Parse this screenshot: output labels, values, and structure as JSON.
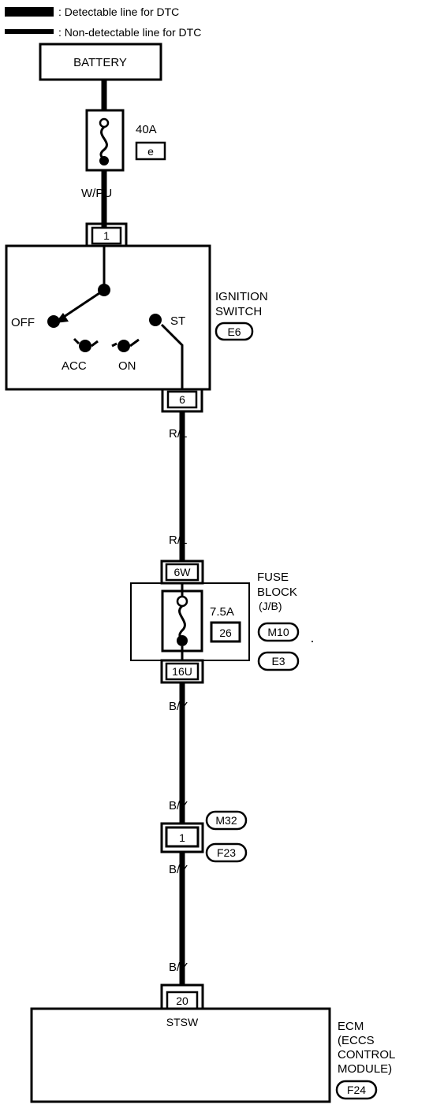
{
  "legend": {
    "detectable": ": Detectable line for DTC",
    "non_detectable": ": Non-detectable line for DTC"
  },
  "battery": {
    "label": "BATTERY"
  },
  "fuse_main": {
    "rating": "40A",
    "ref": "e"
  },
  "wires": {
    "w_pu": "W/PU",
    "r_l_top": "R/L",
    "r_l_bottom": "R/L",
    "b_y_1": "B/Y",
    "b_y_2": "B/Y",
    "b_y_3": "B/Y",
    "b_y_4": "B/Y"
  },
  "ignition_switch": {
    "label_line1": "IGNITION",
    "label_line2": "SWITCH",
    "connector": "E6",
    "terminal_in": "1",
    "terminal_out": "6",
    "positions": {
      "off": "OFF",
      "acc": "ACC",
      "on": "ON",
      "st": "ST"
    }
  },
  "fuse_block": {
    "label_line1": "FUSE",
    "label_line2": "BLOCK",
    "label_line3": "(J/B)",
    "rating": "7.5A",
    "fuse_no": "26",
    "terminal_in": "6W",
    "terminal_out": "16U",
    "connectors": [
      "M10",
      "E3"
    ]
  },
  "joint_connector": {
    "terminal": "1",
    "connectors": [
      "M32",
      "F23"
    ]
  },
  "ecm": {
    "label_line1": "ECM",
    "label_line2": "(ECCS",
    "label_line3": "CONTROL",
    "label_line4": "MODULE)",
    "connector": "F24",
    "terminal": "20",
    "pin_name": "STSW"
  }
}
